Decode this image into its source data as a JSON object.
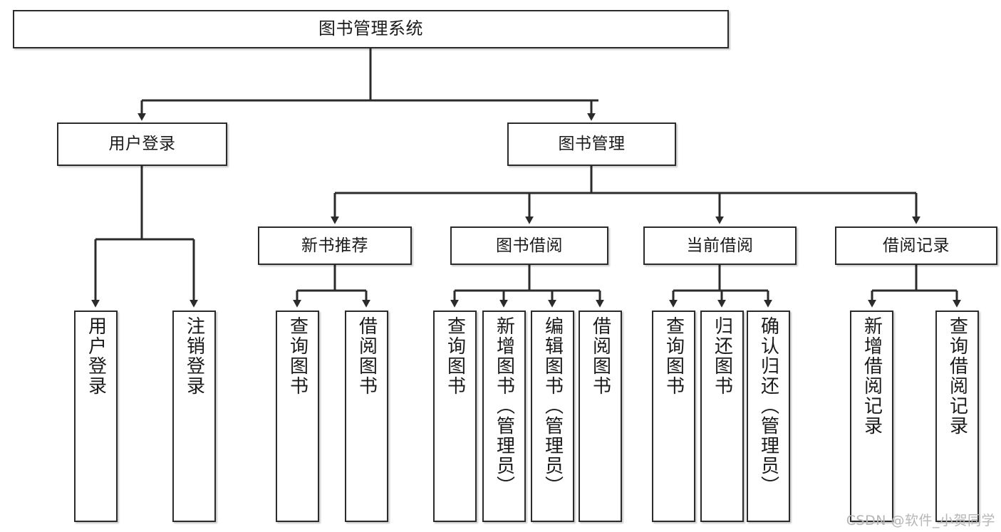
{
  "diagram": {
    "title": "图书管理系统",
    "type": "hierarchy-tree",
    "watermark": "CSDN @软件_小贺同学",
    "colors": {
      "background": "#ffffff",
      "box_border": "#2b2b2b",
      "box_fill": "#ffffff",
      "connector": "#2b2b2b",
      "text": "#1a1a1a",
      "watermark": "#b6b6b6"
    },
    "nodes": {
      "root": {
        "id": "root",
        "label": "图书管理系统",
        "level": 0,
        "orientation": "horizontal"
      },
      "level1": [
        {
          "id": "user-login",
          "label": "用户登录",
          "level": 1,
          "orientation": "horizontal"
        },
        {
          "id": "book-manage",
          "label": "图书管理",
          "level": 1,
          "orientation": "horizontal"
        }
      ],
      "level2": [
        {
          "id": "new-book-rec",
          "label": "新书推荐",
          "level": 2,
          "orientation": "horizontal",
          "parent": "book-manage"
        },
        {
          "id": "book-borrow",
          "label": "图书借阅",
          "level": 2,
          "orientation": "horizontal",
          "parent": "book-manage"
        },
        {
          "id": "current-borrow",
          "label": "当前借阅",
          "level": 2,
          "orientation": "horizontal",
          "parent": "book-manage"
        },
        {
          "id": "borrow-record",
          "label": "借阅记录",
          "level": 2,
          "orientation": "horizontal",
          "parent": "book-manage"
        }
      ],
      "leaves": [
        {
          "id": "leaf-user-login",
          "label": "用户登录",
          "parent": "user-login",
          "orientation": "vertical"
        },
        {
          "id": "leaf-logout",
          "label": "注销登录",
          "parent": "user-login",
          "orientation": "vertical"
        },
        {
          "id": "leaf-query-book-1",
          "label": "查询图书",
          "parent": "new-book-rec",
          "orientation": "vertical"
        },
        {
          "id": "leaf-borrow-book-1",
          "label": "借阅图书",
          "parent": "new-book-rec",
          "orientation": "vertical"
        },
        {
          "id": "leaf-query-book-2",
          "label": "查询图书",
          "parent": "book-borrow",
          "orientation": "vertical"
        },
        {
          "id": "leaf-add-book",
          "label": "新增图书（管理员）",
          "parent": "book-borrow",
          "orientation": "vertical"
        },
        {
          "id": "leaf-edit-book",
          "label": "编辑图书（管理员）",
          "parent": "book-borrow",
          "orientation": "vertical"
        },
        {
          "id": "leaf-borrow-book-2",
          "label": "借阅图书",
          "parent": "book-borrow",
          "orientation": "vertical"
        },
        {
          "id": "leaf-query-book-3",
          "label": "查询图书",
          "parent": "current-borrow",
          "orientation": "vertical"
        },
        {
          "id": "leaf-return-book",
          "label": "归还图书",
          "parent": "current-borrow",
          "orientation": "vertical"
        },
        {
          "id": "leaf-confirm-return",
          "label": "确认归还（管理员）",
          "parent": "current-borrow",
          "orientation": "vertical"
        },
        {
          "id": "leaf-add-record",
          "label": "新增借阅记录",
          "parent": "borrow-record",
          "orientation": "vertical"
        },
        {
          "id": "leaf-query-record",
          "label": "查询借阅记录",
          "parent": "borrow-record",
          "orientation": "vertical"
        }
      ]
    }
  }
}
